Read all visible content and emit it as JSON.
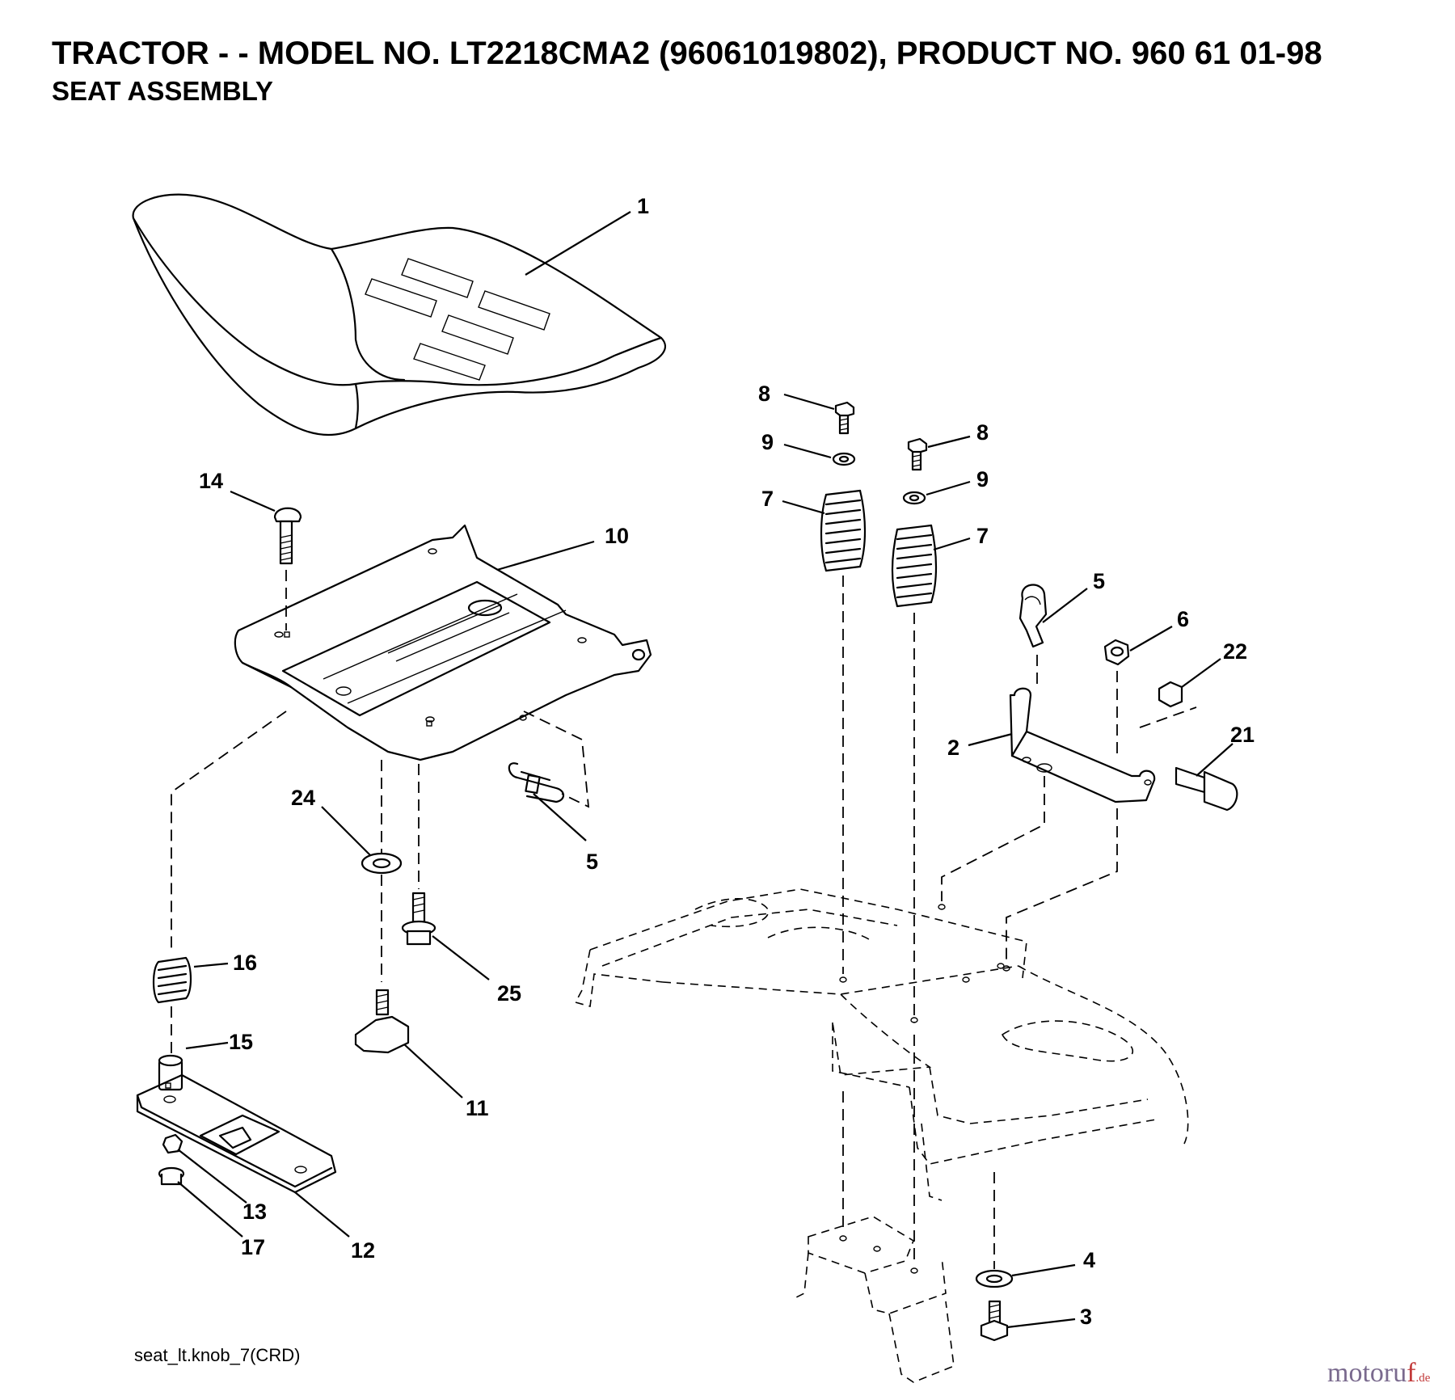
{
  "header": {
    "title": "TRACTOR - - MODEL NO. LT2218CMA2 (96061019802), PRODUCT NO. 960 61 01-98",
    "subtitle": "SEAT ASSEMBLY"
  },
  "callouts": [
    "1",
    "14",
    "10",
    "24",
    "5",
    "16",
    "25",
    "15",
    "11",
    "13",
    "17",
    "12",
    "8",
    "9",
    "7",
    "8",
    "9",
    "7",
    "5",
    "6",
    "22",
    "2",
    "21",
    "4",
    "3"
  ],
  "footer": {
    "drawing_ref": "seat_lt.knob_7(CRD)",
    "watermark_main": "motoru",
    "watermark_end": "f",
    "watermark_suffix": ".de"
  },
  "colors": {
    "line": "#000000",
    "background": "#ffffff",
    "watermark": "#7a6a8e",
    "watermark_accent": "#c23a3a"
  }
}
